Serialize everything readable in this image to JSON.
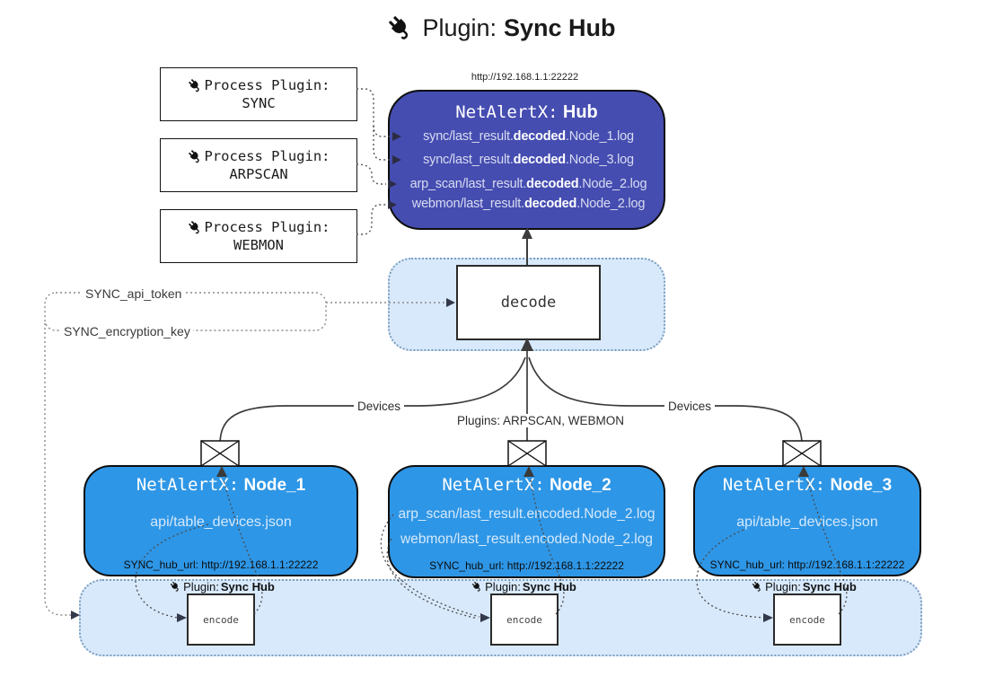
{
  "title": {
    "label": "Plugin:",
    "name": "Sync Hub"
  },
  "hub": {
    "url": "http://192.168.1.1:22222",
    "title_prefix": "NetAlertX:",
    "title_name": "Hub",
    "lines": [
      {
        "pre": "sync/last_result.",
        "bold": "decoded",
        "post": ".Node_1.log"
      },
      {
        "pre": "sync/last_result.",
        "bold": "decoded",
        "post": ".Node_3.log"
      },
      {
        "pre": "arp_scan/last_result.",
        "bold": "decoded",
        "post": ".Node_2.log"
      },
      {
        "pre": "webmon/last_result.",
        "bold": "decoded",
        "post": ".Node_2.log"
      }
    ]
  },
  "process_plugins": [
    {
      "label": "Process Plugin:",
      "name": "SYNC"
    },
    {
      "label": "Process Plugin:",
      "name": "ARPSCAN"
    },
    {
      "label": "Process Plugin:",
      "name": "WEBMON"
    }
  ],
  "decode": {
    "label": "decode"
  },
  "settings": {
    "api_token": "SYNC_api_token",
    "encryption_key": "SYNC_encryption_key"
  },
  "edges": {
    "devices_left": "Devices",
    "plugins_center": "Plugins: ARPSCAN, WEBMON",
    "devices_right": "Devices"
  },
  "nodes": [
    {
      "title_prefix": "NetAlertX:",
      "title_name": "Node_1",
      "lines": [
        "api/table_devices.json"
      ],
      "hub_url": "SYNC_hub_url: http://192.168.1.1:22222"
    },
    {
      "title_prefix": "NetAlertX:",
      "title_name": "Node_2",
      "lines": [
        "arp_scan/last_result.encoded.Node_2.log",
        "webmon/last_result.encoded.Node_2.log"
      ],
      "hub_url": "SYNC_hub_url: http://192.168.1.1:22222"
    },
    {
      "title_prefix": "NetAlertX:",
      "title_name": "Node_3",
      "lines": [
        "api/table_devices.json"
      ],
      "hub_url": "SYNC_hub_url: http://192.168.1.1:22222"
    }
  ],
  "encoders": [
    {
      "plugin_label": "Plugin:",
      "plugin_name": "Sync Hub",
      "box_label": "encode"
    },
    {
      "plugin_label": "Plugin:",
      "plugin_name": "Sync Hub",
      "box_label": "encode"
    },
    {
      "plugin_label": "Plugin:",
      "plugin_name": "Sync Hub",
      "box_label": "encode"
    }
  ],
  "colors": {
    "hub_fill": "#454db1",
    "node_fill": "#2e96e6",
    "panel_fill": "#d8e9fb",
    "panel_border": "#7d9ebd",
    "line": "#3c3c3c"
  }
}
